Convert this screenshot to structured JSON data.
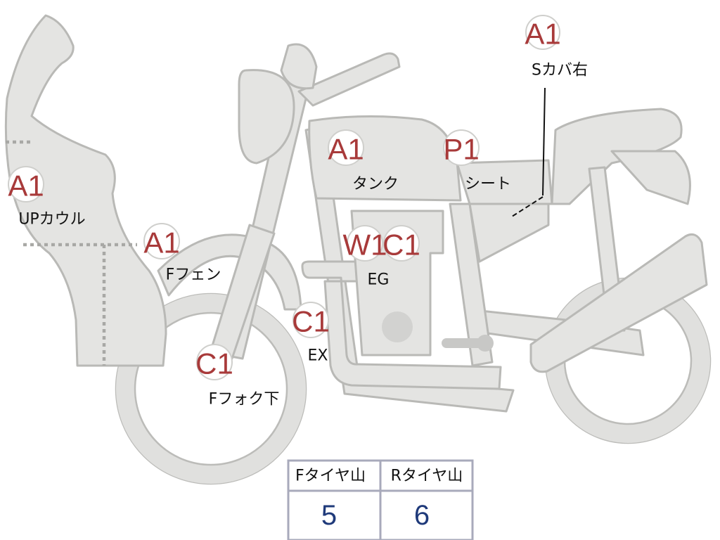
{
  "callouts": [
    {
      "id": "s-cover-right",
      "grade": "A1",
      "label": "Sカバ右"
    },
    {
      "id": "tank",
      "grade": "A1",
      "label": "タンク"
    },
    {
      "id": "seat",
      "grade": "P1",
      "label": "シート"
    },
    {
      "id": "up-cowl",
      "grade": "A1",
      "label": "UPカウル"
    },
    {
      "id": "f-fender",
      "grade": "A1",
      "label": "Fフェン"
    },
    {
      "id": "engine",
      "grade": "W1",
      "label": "EG"
    },
    {
      "id": "engine-2",
      "grade": "C1",
      "label": ""
    },
    {
      "id": "exhaust",
      "grade": "C1",
      "label": "EX"
    },
    {
      "id": "f-fork-lower",
      "grade": "C1",
      "label": "Fフォク下"
    }
  ],
  "tire_table": {
    "headers": [
      "Fタイヤ山",
      "Rタイヤ山"
    ],
    "values": [
      "5",
      "6"
    ]
  }
}
